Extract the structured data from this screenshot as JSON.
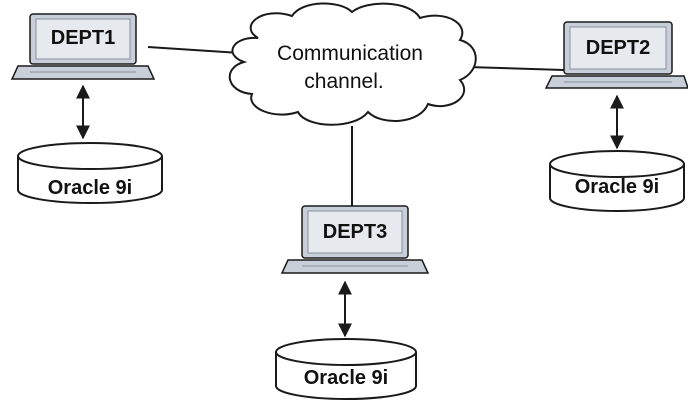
{
  "diagram": {
    "cloud": {
      "lines": [
        "Communication",
        "channel."
      ]
    },
    "nodes": [
      {
        "id": "dept1",
        "label": "DEPT1",
        "database": "Oracle 9i"
      },
      {
        "id": "dept2",
        "label": "DEPT2",
        "database": "Oracle 9i"
      },
      {
        "id": "dept3",
        "label": "DEPT3",
        "database": "Oracle 9i"
      }
    ],
    "colors": {
      "stroke": "#1a1a1a",
      "laptop_fill": "#c9cfd8",
      "screen_fill": "#e6e9ee",
      "cylinder_fill": "#ffffff",
      "text": "#111111"
    }
  }
}
